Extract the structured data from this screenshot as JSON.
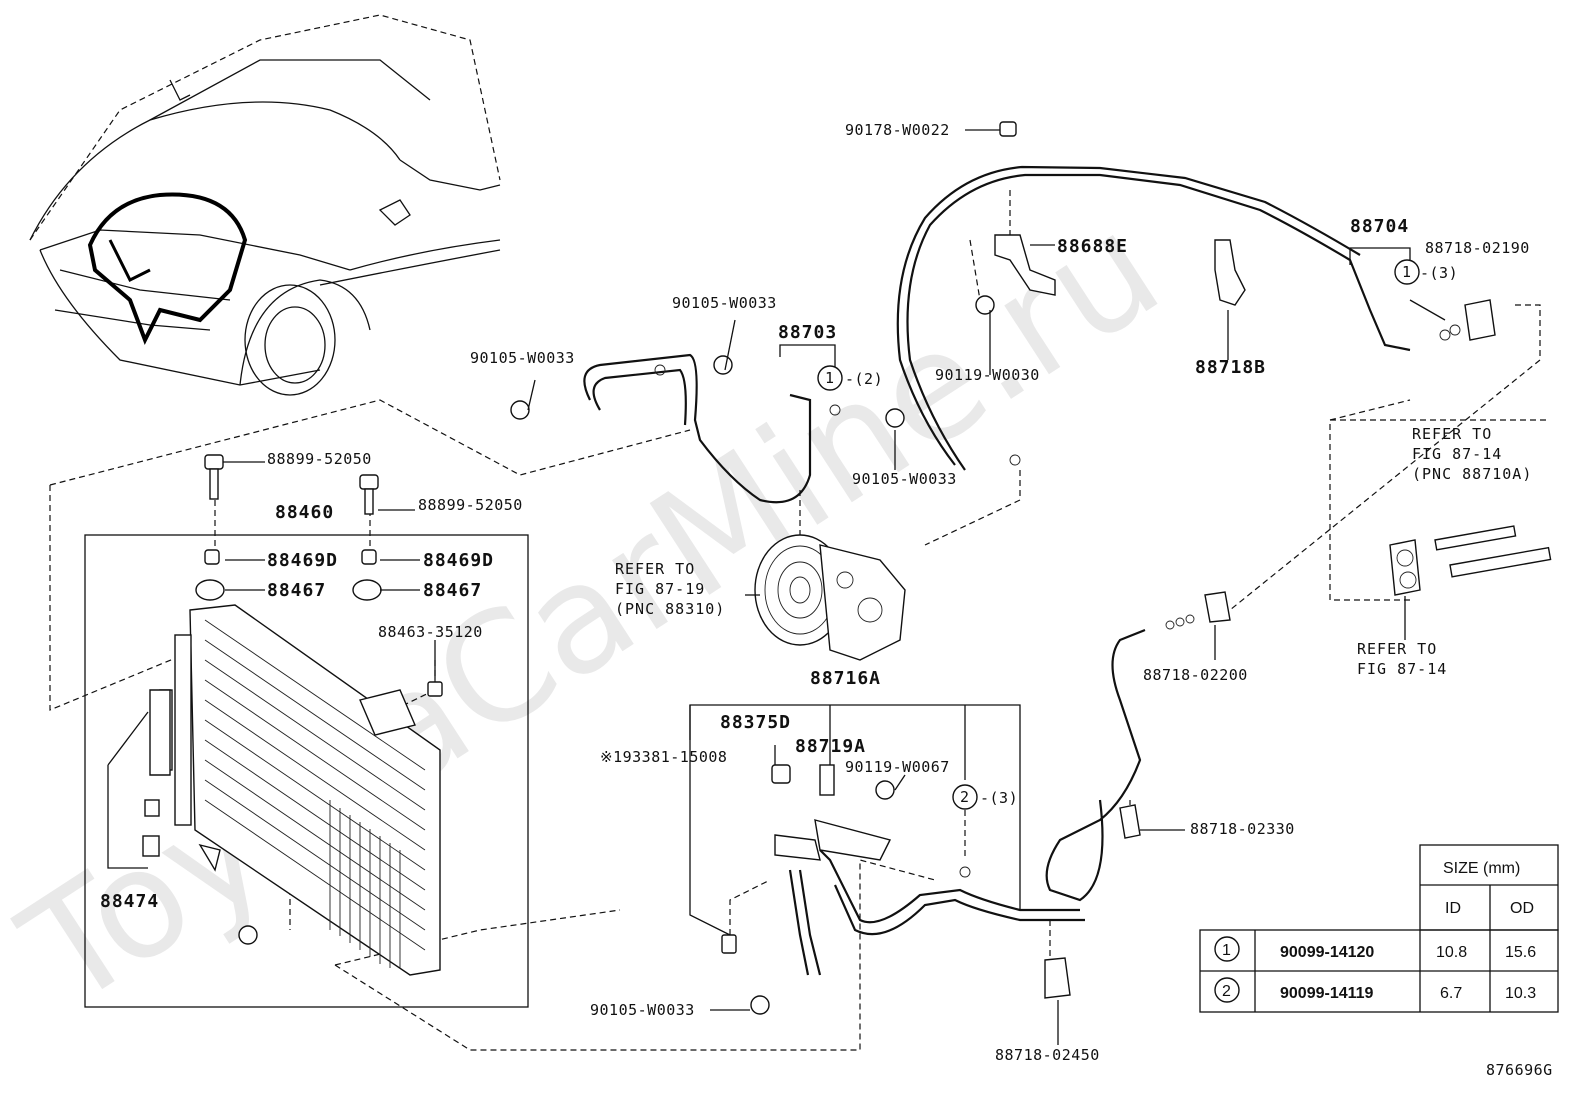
{
  "watermark": "ToyotaCarMine.ru",
  "figure_id": "876696G",
  "labels": {
    "p90178": "90178-W0022",
    "p88688e": "88688E",
    "p88704": "88704",
    "p88718_02190": "88718-02190",
    "callout_1_3": "-(3)",
    "p88718b": "88718B",
    "p90119_w0030": "90119-W0030",
    "p90105_a": "90105-W0033",
    "p90105_b": "90105-W0033",
    "p88703": "88703",
    "callout_1_2": "-(2)",
    "p90105_c": "90105-W0033",
    "p88899_a": "88899-52050",
    "p88899_b": "88899-52050",
    "p88460": "88460",
    "p88469d_a": "88469D",
    "p88469d_b": "88469D",
    "p88467_a": "88467",
    "p88467_b": "88467",
    "p88463": "88463-35120",
    "p88474": "88474",
    "p88716a": "88716A",
    "p88375d": "88375D",
    "p88719a": "88719A",
    "p193381": "※193381-15008",
    "p90119_w0067": "90119-W0067",
    "callout_2_3": "-(3)",
    "p90105_d": "90105-W0033",
    "p88718_02200": "88718-02200",
    "p88718_02330": "88718-02330",
    "p88718_02450": "88718-02450",
    "refer_fig_87_19": [
      "REFER TO",
      "FIG 87-19",
      "(PNC 88310)"
    ],
    "refer_fig_87_14_a": [
      "REFER TO",
      "FIG 87-14",
      "(PNC 88710A)"
    ],
    "refer_fig_87_14_b": [
      "REFER TO",
      "FIG 87-14"
    ],
    "circle_1": "1",
    "circle_2": "2"
  },
  "size_table": {
    "header": "SIZE (mm)",
    "col_id": "ID",
    "col_od": "OD",
    "rows": [
      {
        "mark": "1",
        "part": "90099-14120",
        "id": "10.8",
        "od": "15.6"
      },
      {
        "mark": "2",
        "part": "90099-14119",
        "id": "6.7",
        "od": "10.3"
      }
    ]
  }
}
